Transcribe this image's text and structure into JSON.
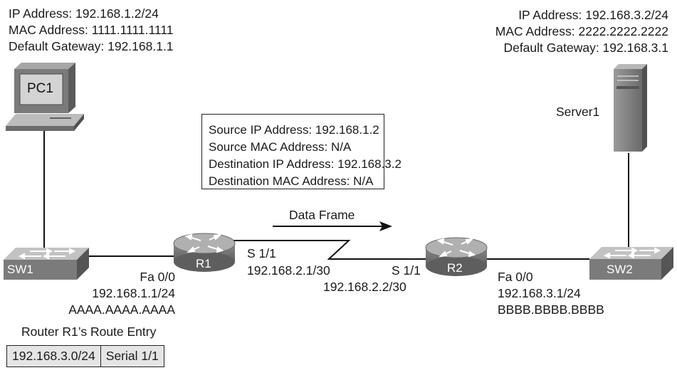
{
  "pc1": {
    "label": "PC1",
    "ip": "IP Address: 192.168.1.2/24",
    "mac": "MAC Address: 1111.1111.1111",
    "gateway": "Default Gateway: 192.168.1.1"
  },
  "server1": {
    "label": "Server1",
    "ip": "IP Address: 192.168.3.2/24",
    "mac": "MAC Address: 2222.2222.2222",
    "gateway": "Default Gateway: 192.168.3.1"
  },
  "packet": {
    "src_ip": "Source IP Address: 192.168.1.2",
    "src_mac": "Source MAC Address: N/A",
    "dst_ip": "Destination IP Address: 192.168.3.2",
    "dst_mac": "Destination MAC Address: N/A"
  },
  "data_frame_label": "Data Frame",
  "sw1": {
    "label": "SW1"
  },
  "sw2": {
    "label": "SW2"
  },
  "r1": {
    "label": "R1",
    "fa_if": "Fa 0/0",
    "fa_ip": "192.168.1.1/24",
    "fa_mac": "AAAA.AAAA.AAAA",
    "s_if": "S 1/1",
    "s_ip": "192.168.2.1/30"
  },
  "r2": {
    "label": "R2",
    "s_if": "S 1/1",
    "s_ip": "192.168.2.2/30",
    "fa_if": "Fa 0/0",
    "fa_ip": "192.168.3.1/24",
    "fa_mac": "BBBB.BBBB.BBBB"
  },
  "route_table": {
    "title": "Router R1’s Route Entry",
    "rows": [
      {
        "network": "192.168.3.0/24",
        "interface": "Serial 1/1"
      }
    ]
  },
  "colors": {
    "device_dark": "#707070",
    "device_light": "#bdbdbd",
    "router_top": "#a9a9a9",
    "line": "#111111"
  }
}
